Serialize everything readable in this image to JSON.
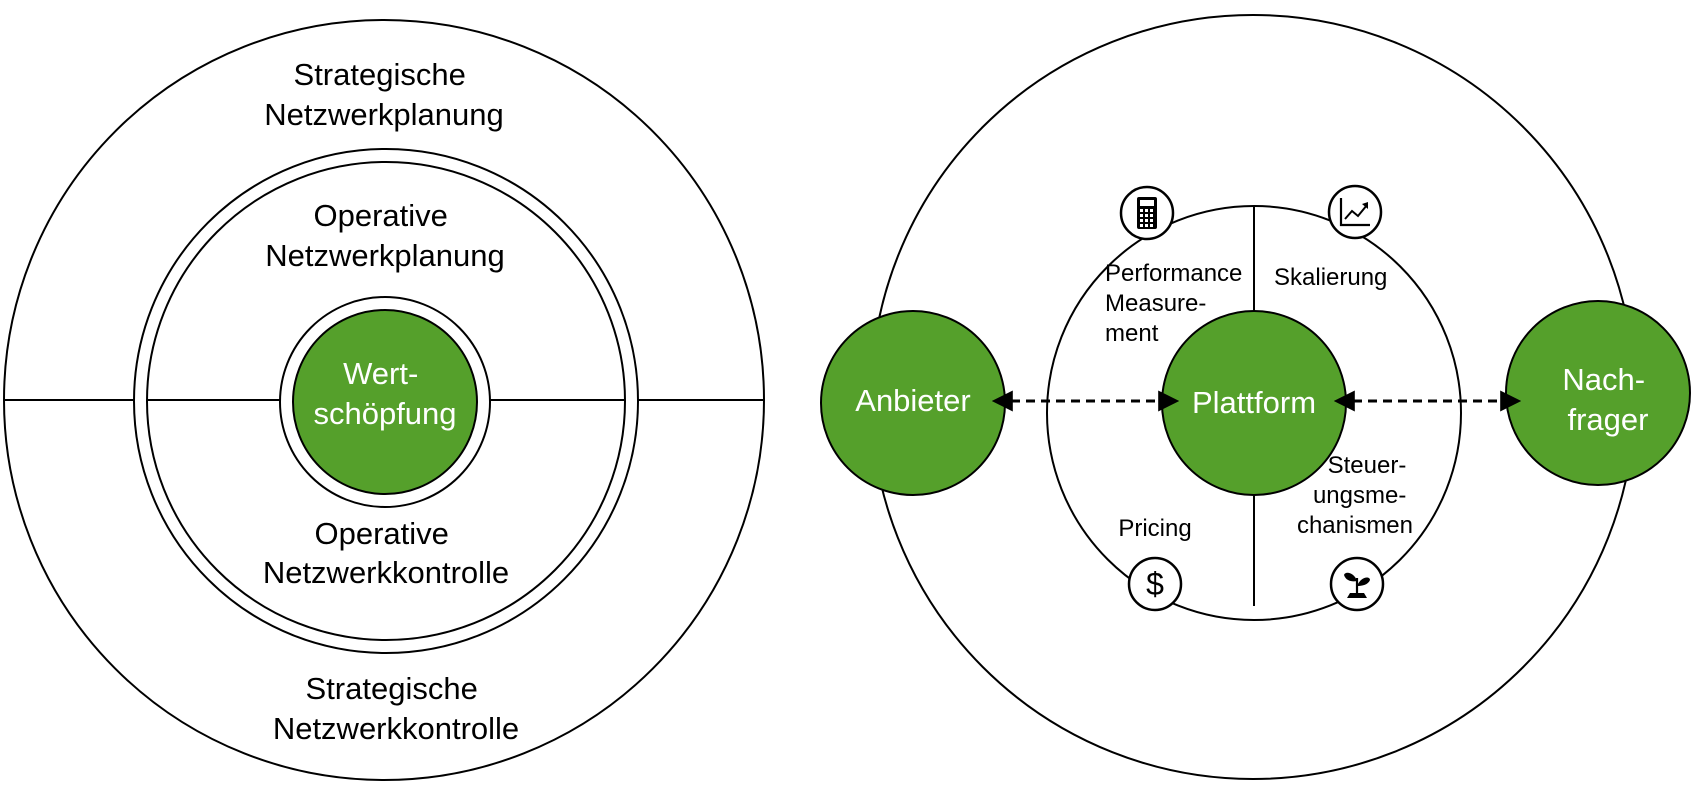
{
  "colors": {
    "green": "#55a02b",
    "stroke": "#000000",
    "white": "#ffffff"
  },
  "left_diagram": {
    "top_outer_label": [
      "Strategische",
      "Netzwerkplanung"
    ],
    "top_inner_label": [
      "Operative",
      "Netzwerkplanung"
    ],
    "core_label": [
      "Wert-",
      "schöpfung"
    ],
    "bottom_inner_label": [
      "Operative",
      "Netzwerkkontrolle"
    ],
    "bottom_outer_label": [
      "Strategische",
      "Netzwerkkontrolle"
    ]
  },
  "right_diagram": {
    "left_node": "Anbieter",
    "center_node": "Plattform",
    "right_node": [
      "Nach-",
      "frager"
    ],
    "quadrants": {
      "top_left": [
        "Performance",
        "Measure-",
        "ment"
      ],
      "top_right": [
        "Skalierung"
      ],
      "bottom_left": [
        "Pricing"
      ],
      "bottom_right": [
        "Steuer-",
        "ungsme-",
        "chanismen"
      ]
    },
    "icons": {
      "top_left": "calculator-icon",
      "top_right": "chart-icon",
      "bottom_left": "dollar-icon",
      "bottom_right": "plant-icon"
    }
  }
}
